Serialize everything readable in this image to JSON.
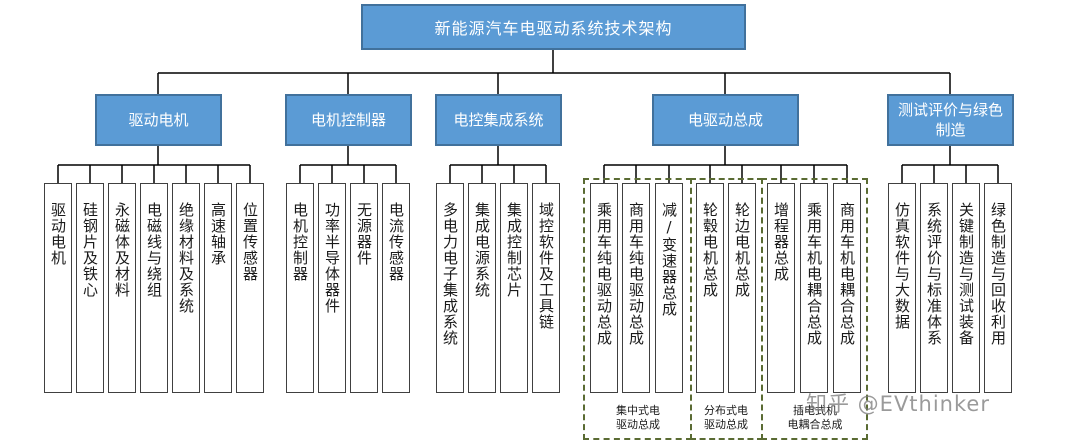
{
  "title": "新能源汽车电驱动系统技术架构",
  "categories": [
    {
      "label": "驱动电机",
      "leaves": [
        "驱动电机",
        "硅钢片及铁心",
        "永磁体及材料",
        "电磁线与绕组",
        "绝缘材料及系统",
        "高速轴承",
        "位置传感器"
      ]
    },
    {
      "label": "电机控制器",
      "leaves": [
        "电机控制器",
        "功率半导体器件",
        "无源器件",
        "电流传感器"
      ]
    },
    {
      "label": "电控集成系统",
      "leaves": [
        "多电力电子集成系统",
        "集成电源系统",
        "集成控制芯片",
        "域控软件及工具链"
      ]
    },
    {
      "label": "电驱动总成",
      "leaves": [
        "乘用车纯电驱动总成",
        "商用车纯电驱动总成",
        "减/变速器总成",
        "轮毂电机总成",
        "轮边电机总成",
        "增程器总成",
        "乘用车机电耦合总成",
        "商用车机电耦合总成"
      ]
    },
    {
      "label": "测试评价与绿色制造",
      "leaves": [
        "仿真软件与大数据",
        "系统评价与标准体系",
        "关键制造与测试装备",
        "绿色制造与回收利用"
      ]
    }
  ],
  "groups": [
    {
      "label": "集中式电驱动总成"
    },
    {
      "label": "分布式电驱动总成"
    },
    {
      "label": "插电式机电耦合总成"
    }
  ],
  "watermark": "知乎 @EVthinker",
  "colors": {
    "box_fill": "#5b9bd5",
    "box_border": "#41719c",
    "line": "#000000",
    "group_border": "#5a6b33"
  }
}
